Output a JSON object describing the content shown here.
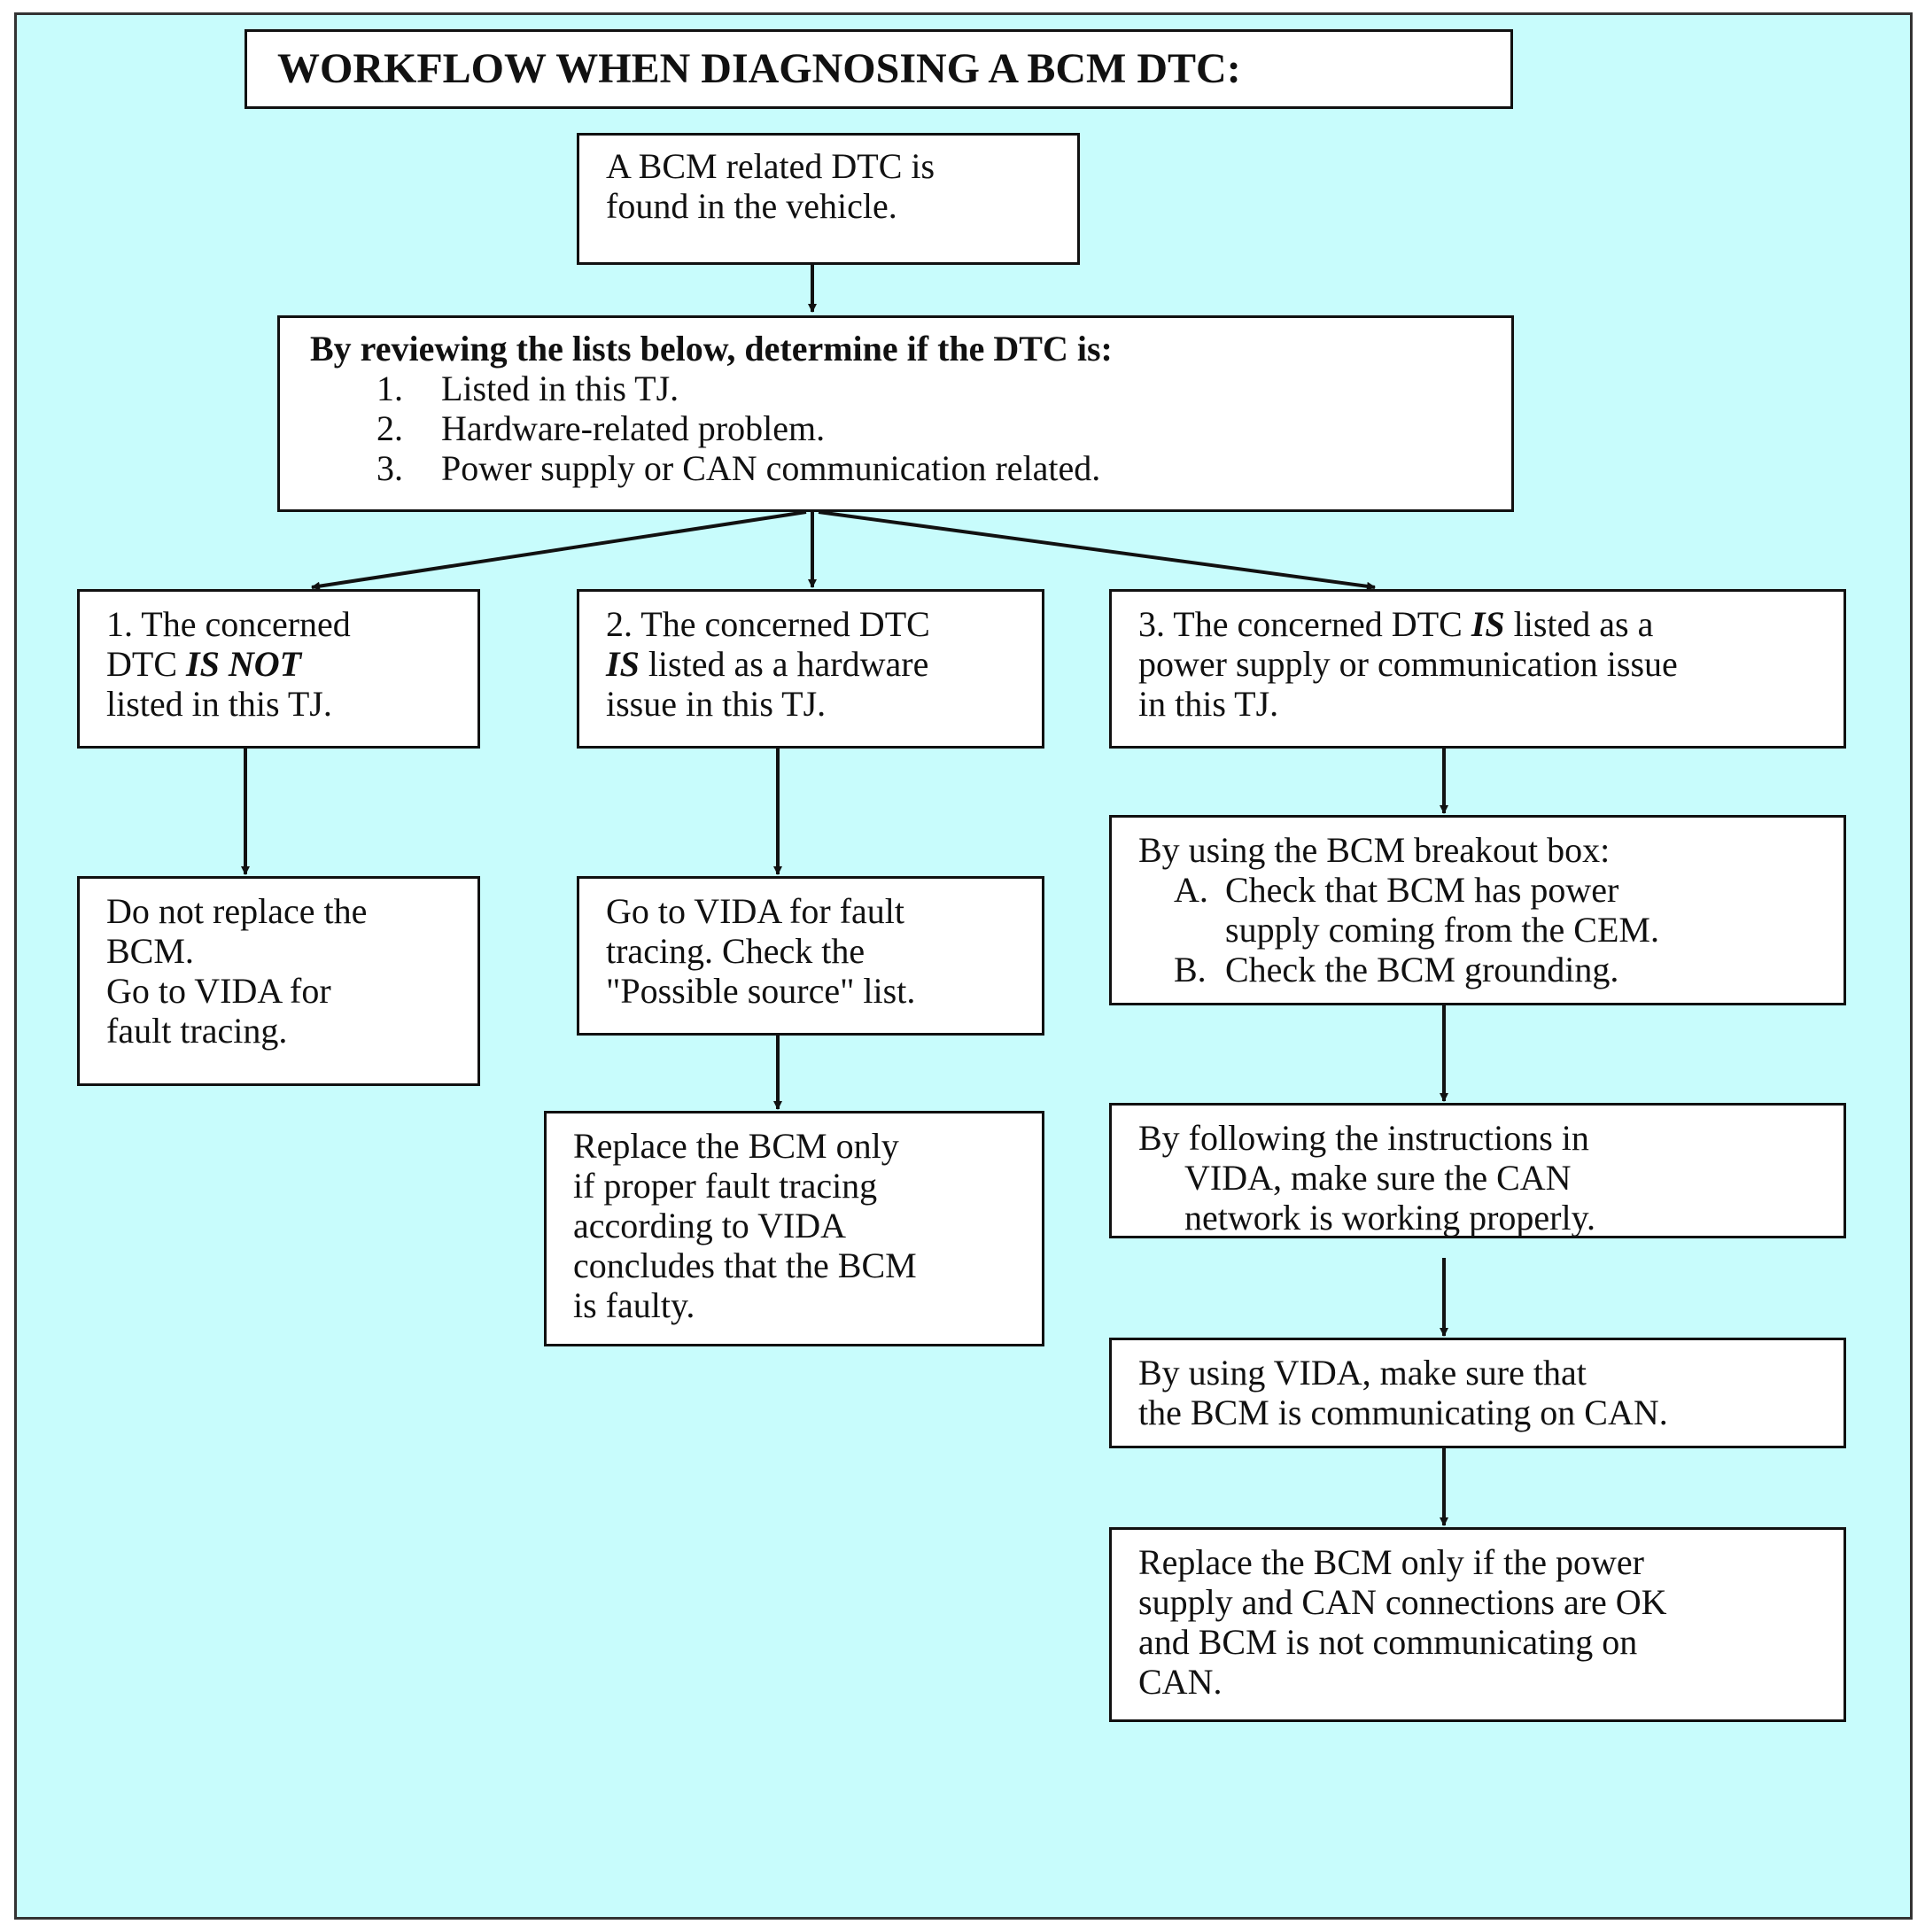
{
  "title": "WORKFLOW WHEN DIAGNOSING A BCM DTC:",
  "start": {
    "line1": "A BCM related DTC is",
    "line2": "found in the vehicle."
  },
  "review": {
    "heading": "By reviewing the lists below, determine if the DTC is:",
    "items": [
      {
        "num": "1.",
        "text": "Listed in this TJ."
      },
      {
        "num": "2.",
        "text": "Hardware-related problem."
      },
      {
        "num": "3.",
        "text": "Power supply or CAN communication related."
      }
    ]
  },
  "branch1": {
    "case": {
      "line1": "1. The concerned",
      "line2_pre": "DTC ",
      "line2_em": "IS NOT",
      "line3": "listed in this TJ."
    },
    "action": {
      "line1": "Do not replace the",
      "line2": "BCM.",
      "line3": "Go to VIDA for",
      "line4": "fault tracing."
    }
  },
  "branch2": {
    "case": {
      "line1": "2. The concerned DTC",
      "line2_em": "IS",
      "line2_post": " listed as a hardware",
      "line3": "issue in this TJ."
    },
    "action": {
      "line1": "Go to VIDA for fault",
      "line2": "tracing. Check the",
      "line3": "\"Possible source\" list."
    },
    "replace": {
      "line1": "Replace the BCM only",
      "line2": "if proper fault tracing",
      "line3": "according to VIDA",
      "line4": "concludes that the BCM",
      "line5": "is faulty."
    }
  },
  "branch3": {
    "case": {
      "line1_pre": "3. The concerned DTC ",
      "line1_em": "IS",
      "line1_post": " listed as a",
      "line2": "power supply or communication issue",
      "line3": "in this TJ."
    },
    "breakout": {
      "heading": "By using the BCM breakout box:",
      "itemA_num": "A.",
      "itemA_line1": "Check that BCM has power",
      "itemA_line2": "supply coming from the CEM.",
      "itemB_num": "B.",
      "itemB_line1": "Check the BCM grounding."
    },
    "network": {
      "line1": "By following the instructions in",
      "line2": "VIDA, make sure the CAN",
      "line3": "network is working properly."
    },
    "communicating": {
      "line1": "By using VIDA, make sure that",
      "line2": "the BCM is communicating on CAN."
    },
    "replace": {
      "line1": "Replace the BCM only if the power",
      "line2": "supply and CAN connections are OK",
      "line3": "and BCM is not communicating on",
      "line4": "CAN."
    }
  }
}
